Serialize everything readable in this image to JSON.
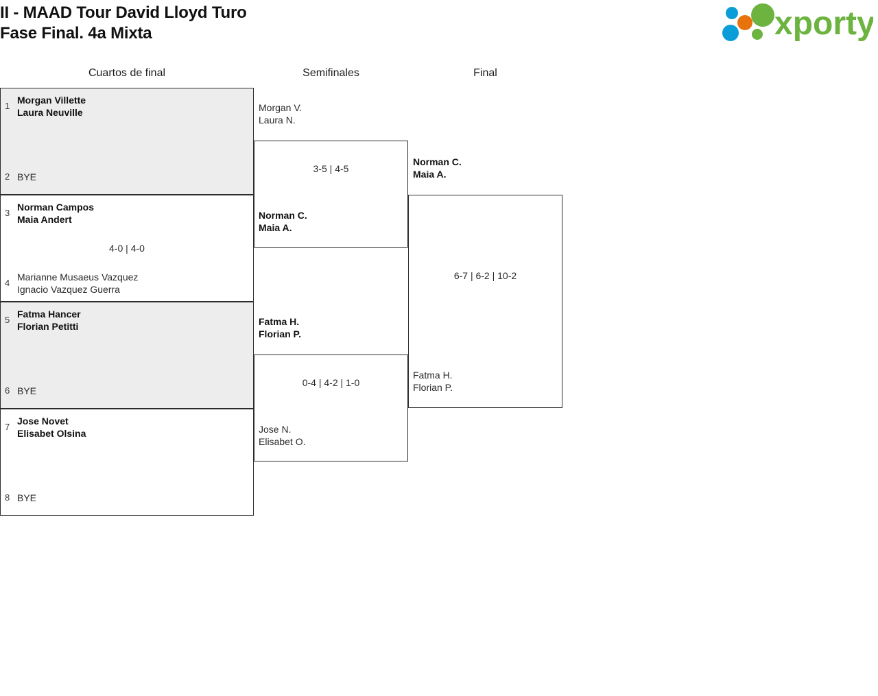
{
  "header": {
    "title_line1": "II - MAAD Tour David Lloyd Turo",
    "title_line2": "Fase Final. 4a Mixta",
    "logo_text": "xporty",
    "logo_colors": {
      "green": "#6cb33f",
      "orange": "#e8720c",
      "blue": "#0b9dd8"
    }
  },
  "rounds": [
    {
      "label": "Cuartos de final"
    },
    {
      "label": "Semifinales"
    },
    {
      "label": "Final"
    }
  ],
  "quarterfinals": [
    {
      "shaded": true,
      "top": {
        "seed": "1",
        "player1": "Morgan Villette",
        "player2": "Laura Neuville",
        "winner": true,
        "bye": false
      },
      "bottom": {
        "seed": "2",
        "player1": "BYE",
        "player2": "",
        "winner": false,
        "bye": true
      },
      "score": ""
    },
    {
      "shaded": false,
      "top": {
        "seed": "3",
        "player1": "Norman Campos",
        "player2": "Maia Andert",
        "winner": true,
        "bye": false
      },
      "bottom": {
        "seed": "4",
        "player1": "Marianne Musaeus Vazquez",
        "player2": "Ignacio Vazquez Guerra",
        "winner": false,
        "bye": false
      },
      "score": "4-0 | 4-0"
    },
    {
      "shaded": true,
      "top": {
        "seed": "5",
        "player1": "Fatma Hancer",
        "player2": "Florian Petitti",
        "winner": true,
        "bye": false
      },
      "bottom": {
        "seed": "6",
        "player1": "BYE",
        "player2": "",
        "winner": false,
        "bye": true
      },
      "score": ""
    },
    {
      "shaded": false,
      "top": {
        "seed": "7",
        "player1": "Jose Novet",
        "player2": "Elisabet Olsina",
        "winner": true,
        "bye": false
      },
      "bottom": {
        "seed": "8",
        "player1": "BYE",
        "player2": "",
        "winner": false,
        "bye": true
      },
      "score": ""
    }
  ],
  "semifinals": [
    {
      "top": {
        "player1": "Morgan V.",
        "player2": "Laura N.",
        "winner": false
      },
      "bottom": {
        "player1": "Norman C.",
        "player2": "Maia A.",
        "winner": true
      },
      "score": "3-5 | 4-5"
    },
    {
      "top": {
        "player1": "Fatma H.",
        "player2": "Florian P.",
        "winner": true
      },
      "bottom": {
        "player1": "Jose N.",
        "player2": "Elisabet O.",
        "winner": false
      },
      "score": "0-4 | 4-2 | 1-0"
    }
  ],
  "final": {
    "top": {
      "player1": "Norman C.",
      "player2": "Maia A.",
      "winner": true
    },
    "bottom": {
      "player1": "Fatma H.",
      "player2": "Florian P.",
      "winner": false
    },
    "score": "6-7 | 6-2 | 10-2"
  }
}
